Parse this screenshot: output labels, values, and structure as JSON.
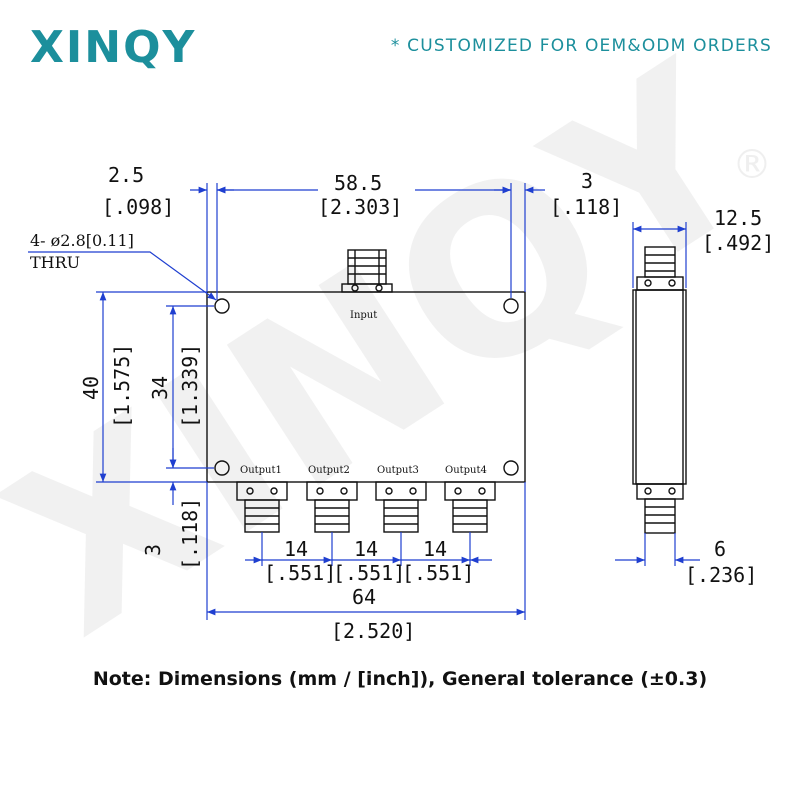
{
  "header": {
    "brand": "XINQY",
    "tagline": "* CUSTOMIZED FOR OEM&ODM ORDERS",
    "accent": "#1c8f9c"
  },
  "watermark": {
    "text": "XINQY",
    "mark": "®"
  },
  "drawing": {
    "line_color": "#1f3fd0",
    "input_label": "Input",
    "output_labels": [
      "Output1",
      "Output2",
      "Output3",
      "Output4"
    ],
    "hole_callout": {
      "line1": "4- ø2.8[0.11]",
      "line2": "THRU"
    },
    "dims": {
      "hole_offset": {
        "mm": "2.5",
        "inch": "[.098]"
      },
      "hole_pitch": {
        "mm": "58.5",
        "inch": "[2.303]"
      },
      "right_offset": {
        "mm": "3",
        "inch": "[.118]"
      },
      "depth": {
        "mm": "12.5",
        "inch": "[.492]"
      },
      "height": {
        "mm": "40",
        "inch": "[1.575]"
      },
      "hole_height": {
        "mm": "34",
        "inch": "[1.339]"
      },
      "bottom_offset": {
        "mm": "3",
        "inch": "[.118]"
      },
      "port_pitch_1": {
        "mm": "14",
        "inch": "[.551]"
      },
      "port_pitch_2": {
        "mm": "14",
        "inch": "[.551]"
      },
      "port_pitch_3": {
        "mm": "14",
        "inch": "[.551]"
      },
      "width": {
        "mm": "64",
        "inch": "[2.520]"
      },
      "side_connector": {
        "mm": "6",
        "inch": "[.236]"
      }
    }
  },
  "note": "Note: Dimensions (mm / [inch]), General tolerance (±0.3)"
}
